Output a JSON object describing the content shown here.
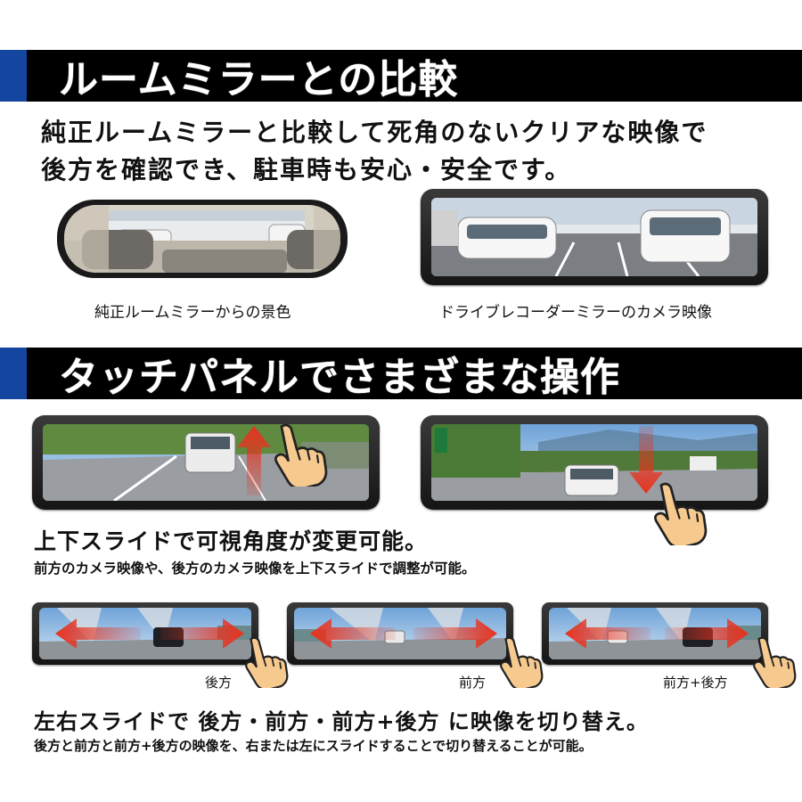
{
  "section1": {
    "title": "ルームミラーとの比較",
    "description_line1": "純正ルームミラーと比較して死角のないクリアな映像で",
    "description_line2": "後方を確認でき、駐車時も安心・安全です。",
    "caption_left": "純正ルームミラーからの景色",
    "caption_right": "ドライブレコーダーミラーのカメラ映像"
  },
  "section2": {
    "title": "タッチパネルでさまざまな操作",
    "vertical_heading": "上下スライドで可視角度が変更可能。",
    "vertical_description": "前方のカメラ映像や、後方のカメラ映像を上下スライドで調整が可能。",
    "modes": [
      "後方",
      "前方",
      "前方+後方"
    ],
    "horizontal_heading": "左右スライドで 後方・前方・前方+後方 に映像を切り替え。",
    "horizontal_description": "後方と前方と前方+後方の映像を、右または左にスライドすることで切り替えることが可能。"
  },
  "colors": {
    "banner_bg": "#000000",
    "banner_accent": "#1446a0",
    "arrow_red": "#e8321e",
    "hand_skin": "#f6c98f"
  },
  "icons": [
    "swipe-up-hand-icon",
    "swipe-down-hand-icon",
    "swipe-horizontal-hand-icon",
    "arrow-up-icon",
    "arrow-down-icon",
    "arrow-left-icon",
    "arrow-right-icon"
  ]
}
